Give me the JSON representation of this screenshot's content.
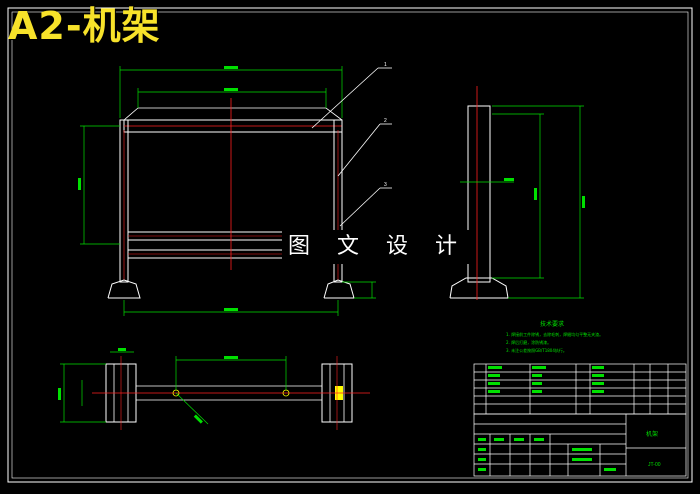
{
  "header": {
    "title": "A2-机架"
  },
  "watermark": {
    "text": "图 文 设 计"
  },
  "drawing": {
    "balloons": [
      "1",
      "2",
      "3"
    ],
    "tech_requirements": {
      "title": "技术要求",
      "lines": [
        "1. 焊接前工件除锈，去除毛刺，焊缝均匀平整无夹渣。",
        "2. 焊后打磨，涂防锈漆。",
        "3. 未注公差按照GB/T1804执行。"
      ]
    },
    "title_block": {
      "part_name": "机架",
      "drawing_no": "JT-00"
    }
  },
  "colors": {
    "background": "#000000",
    "geometry": "#ffffff",
    "centerline": "#ff2020",
    "dimension": "#00e000",
    "title": "#f7e22a",
    "accent": "#ffff00"
  }
}
